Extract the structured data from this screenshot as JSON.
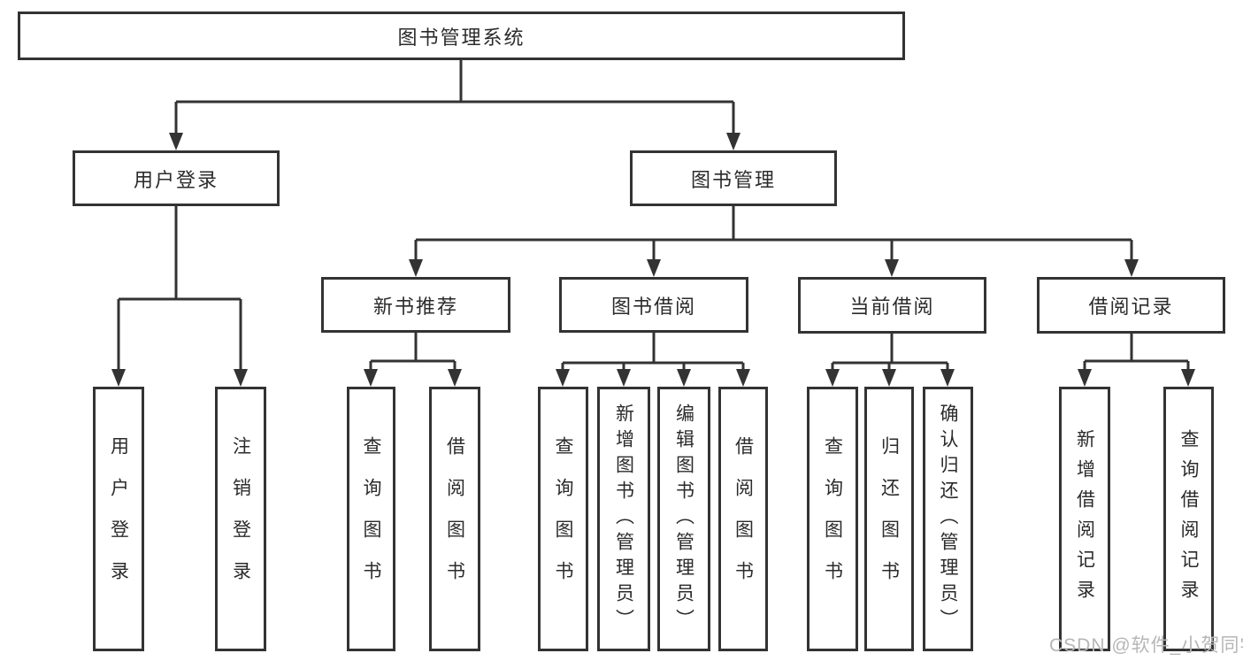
{
  "tree": {
    "label": "图书管理系统",
    "children": [
      {
        "label": "用户登录",
        "children": [
          {
            "label": "用户登录"
          },
          {
            "label": "注销登录"
          }
        ]
      },
      {
        "label": "图书管理",
        "children": [
          {
            "label": "新书推荐",
            "children": [
              {
                "label": "查询图书"
              },
              {
                "label": "借阅图书"
              }
            ]
          },
          {
            "label": "图书借阅",
            "children": [
              {
                "label": "查询图书"
              },
              {
                "label": "新增图书（管理员）"
              },
              {
                "label": "编辑图书（管理员）"
              },
              {
                "label": "借阅图书"
              }
            ]
          },
          {
            "label": "当前借阅",
            "children": [
              {
                "label": "查询图书"
              },
              {
                "label": "归还图书"
              },
              {
                "label": "确认归还（管理员）"
              }
            ]
          },
          {
            "label": "借阅记录",
            "children": [
              {
                "label": "新增借阅记录"
              },
              {
                "label": "查询借阅记录"
              }
            ]
          }
        ]
      }
    ]
  },
  "watermark": {
    "text": "CSDN @软件_小贺同学"
  },
  "colors": {
    "line": "#333333",
    "box_border": "#333333",
    "text": "#2b2b2b",
    "background": "#ffffff",
    "watermark": "#b6b6b6"
  }
}
